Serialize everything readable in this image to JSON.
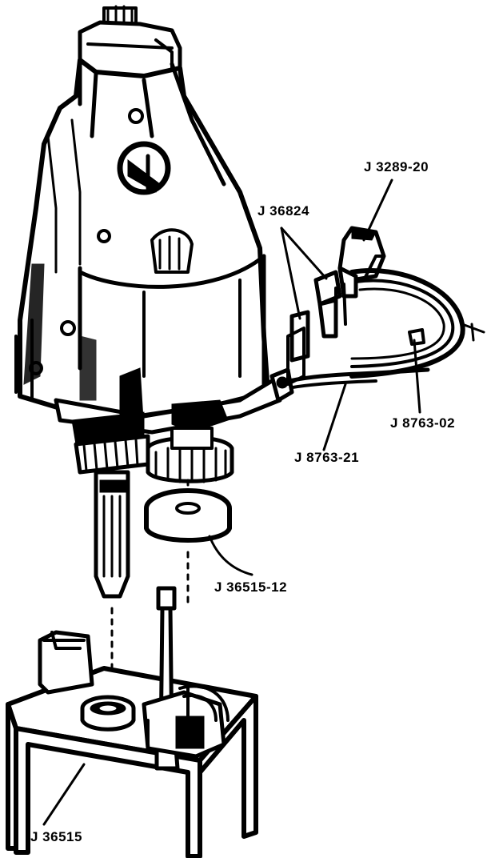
{
  "labels": {
    "j3289_20": "J 3289-20",
    "j36824": "J 36824",
    "j8763_02": "J 8763-02",
    "j8763_21": "J 8763-21",
    "j36515_12": "J 36515-12",
    "j36515": "J 36515"
  },
  "colors": {
    "ink": "#000000",
    "paper": "#ffffff"
  }
}
